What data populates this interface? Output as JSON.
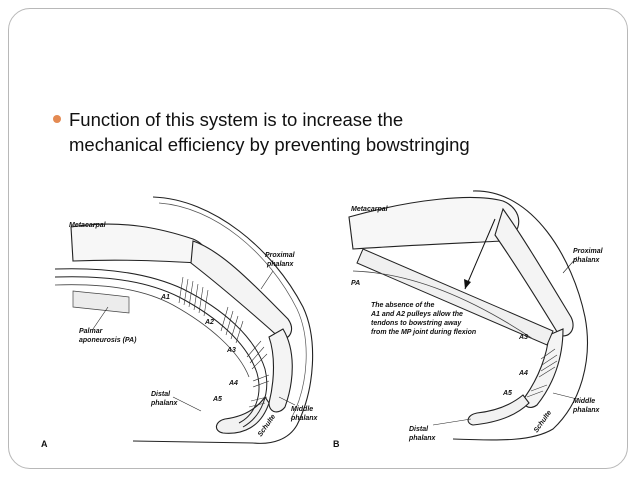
{
  "bullet": {
    "line1": "Function of this system is to  increase the",
    "line2": "mechanical efficiency by preventing bowstringing"
  },
  "figure_a": {
    "letter": "A",
    "metacarpal": "Metacarpal",
    "proximal1": "Proximal",
    "proximal2": "phalanx",
    "a1": "A1",
    "a2": "A2",
    "a3": "A3",
    "a4": "A4",
    "a5": "A5",
    "palmar1": "Palmar",
    "palmar2": "aponeurosis (PA)",
    "distal1": "Distal",
    "distal2": "phalanx",
    "middle1": "Middle",
    "middle2": "phalanx",
    "signature": "Schulte"
  },
  "figure_b": {
    "letter": "B",
    "metacarpal": "Metacarpal",
    "proximal1": "Proximal",
    "proximal2": "phalanx",
    "pa": "PA",
    "note1": "The absence of the",
    "note2": "A1 and A2 pulleys allow the",
    "note3": "tendons to bowstring away",
    "note4": "from the MP joint during flexion",
    "a3": "A3",
    "a4": "A4",
    "a5": "A5",
    "middle1": "Middle",
    "middle2": "phalanx",
    "distal1": "Distal",
    "distal2": "phalanx",
    "signature": "Schulte"
  },
  "colors": {
    "bullet": "#e48a52",
    "border": "#b8b8b8",
    "text": "#111111"
  }
}
